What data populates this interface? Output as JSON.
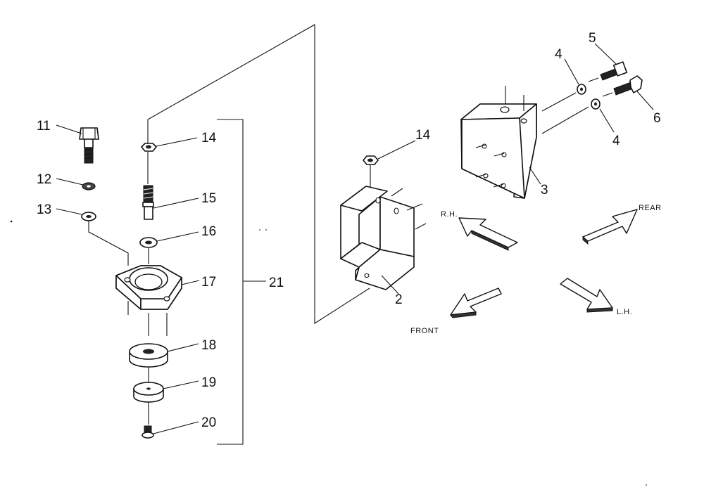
{
  "parts": {
    "p2": "2",
    "p3": "3",
    "p4a": "4",
    "p4b": "4",
    "p5": "5",
    "p6": "6",
    "p11": "11",
    "p12": "12",
    "p13": "13",
    "p14a": "14",
    "p14b": "14",
    "p15": "15",
    "p16": "16",
    "p17": "17",
    "p18": "18",
    "p19": "19",
    "p20": "20",
    "p21": "21"
  },
  "directions": {
    "rh": "R.H.",
    "rear": "REAR",
    "front": "FRONT",
    "lh": "L.H."
  }
}
